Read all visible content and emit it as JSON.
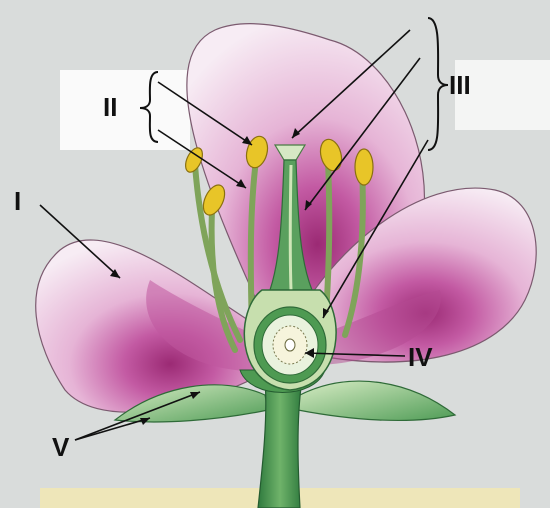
{
  "labels": {
    "petal": "I",
    "stamen": "II",
    "pistil": "III",
    "ovule": "IV",
    "sepal": "V"
  },
  "colors": {
    "background": "#d9dcdb",
    "petal_light": "#f6e9f3",
    "petal_mid": "#e6b4d6",
    "petal_dark": "#a8327c",
    "stem": "#3f8e4e",
    "stem_light": "#cfe6b8",
    "anther": "#e8c528",
    "label_text": "#111111"
  }
}
